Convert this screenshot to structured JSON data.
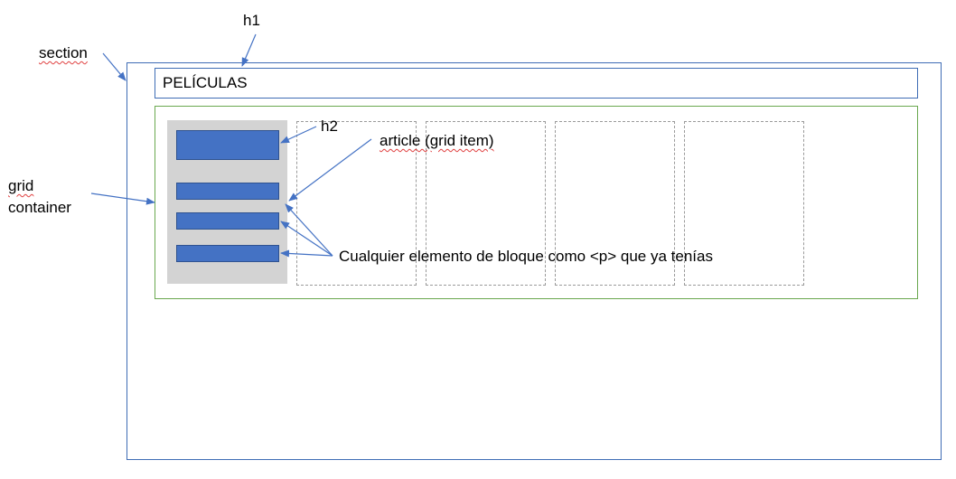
{
  "diagram": {
    "labels": {
      "section": "section",
      "h1": "h1",
      "h2": "h2",
      "grid_line1": "grid",
      "grid_line2": "container",
      "article": "article (grid item)",
      "block": "Cualquier elemento de bloque como <p> que ya tenías"
    },
    "h1_text": "PELÍCULAS",
    "colors": {
      "section_border": "#3f6db5",
      "grid_border": "#6aa84f",
      "article_fill": "#d3d3d3",
      "bar_fill": "#4472c4",
      "arrow": "#4472c4",
      "dashed": "#9a9a9a"
    }
  }
}
